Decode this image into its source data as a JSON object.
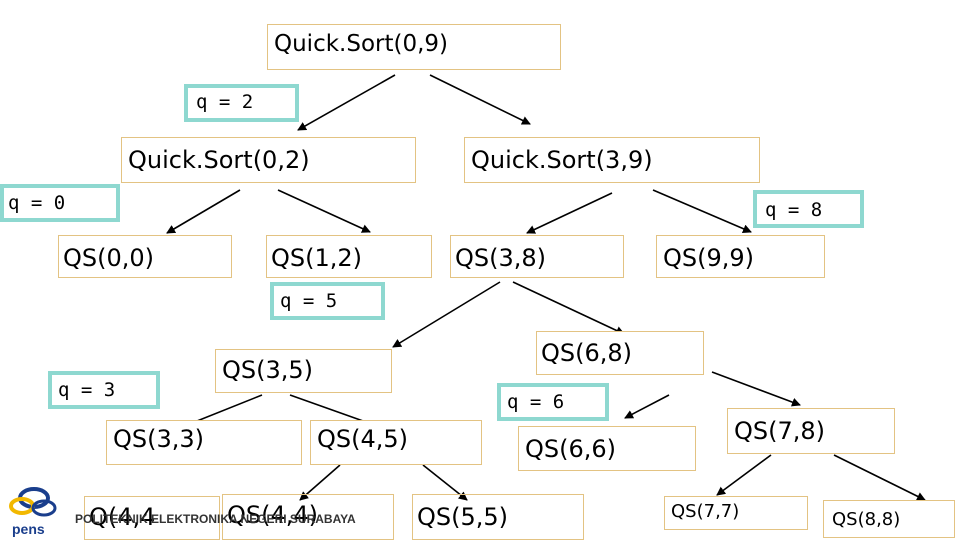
{
  "nodes": {
    "root": "Quick.Sort(0,9)",
    "qs02": "Quick.Sort(0,2)",
    "qs39": "Quick.Sort(3,9)",
    "qs00": "QS(0,0)",
    "qs12": "QS(1,2)",
    "qs38": "QS(3,8)",
    "qs99": "QS(9,9)",
    "qs68": "QS(6,8)",
    "qs35": "QS(3,5)",
    "qs33": "QS(3,3)",
    "qs45": "QS(4,5)",
    "qs66": "QS(6,6)",
    "qs78": "QS(7,8)",
    "qs44a": "Q(",
    "qs44a_tail": "4,4",
    "qs44": "QS(4,4)",
    "qs55": "QS(5,5)",
    "qs77": "QS(7,7)",
    "qs88": "QS(8,8)"
  },
  "pivots": {
    "q2": "q = 2",
    "q0": "q = 0",
    "q8": "q = 8",
    "q5": "q = 5",
    "q3": "q = 3",
    "q6": "q = 6"
  },
  "footer": {
    "institution": "POLITEKNIK ELEKTRONIKA NEGERI SURABAYA",
    "logo_text": "pens"
  },
  "colors": {
    "node_border": "#e3c383",
    "pivot_border": "#8ed8d0",
    "edge": "#000000"
  }
}
